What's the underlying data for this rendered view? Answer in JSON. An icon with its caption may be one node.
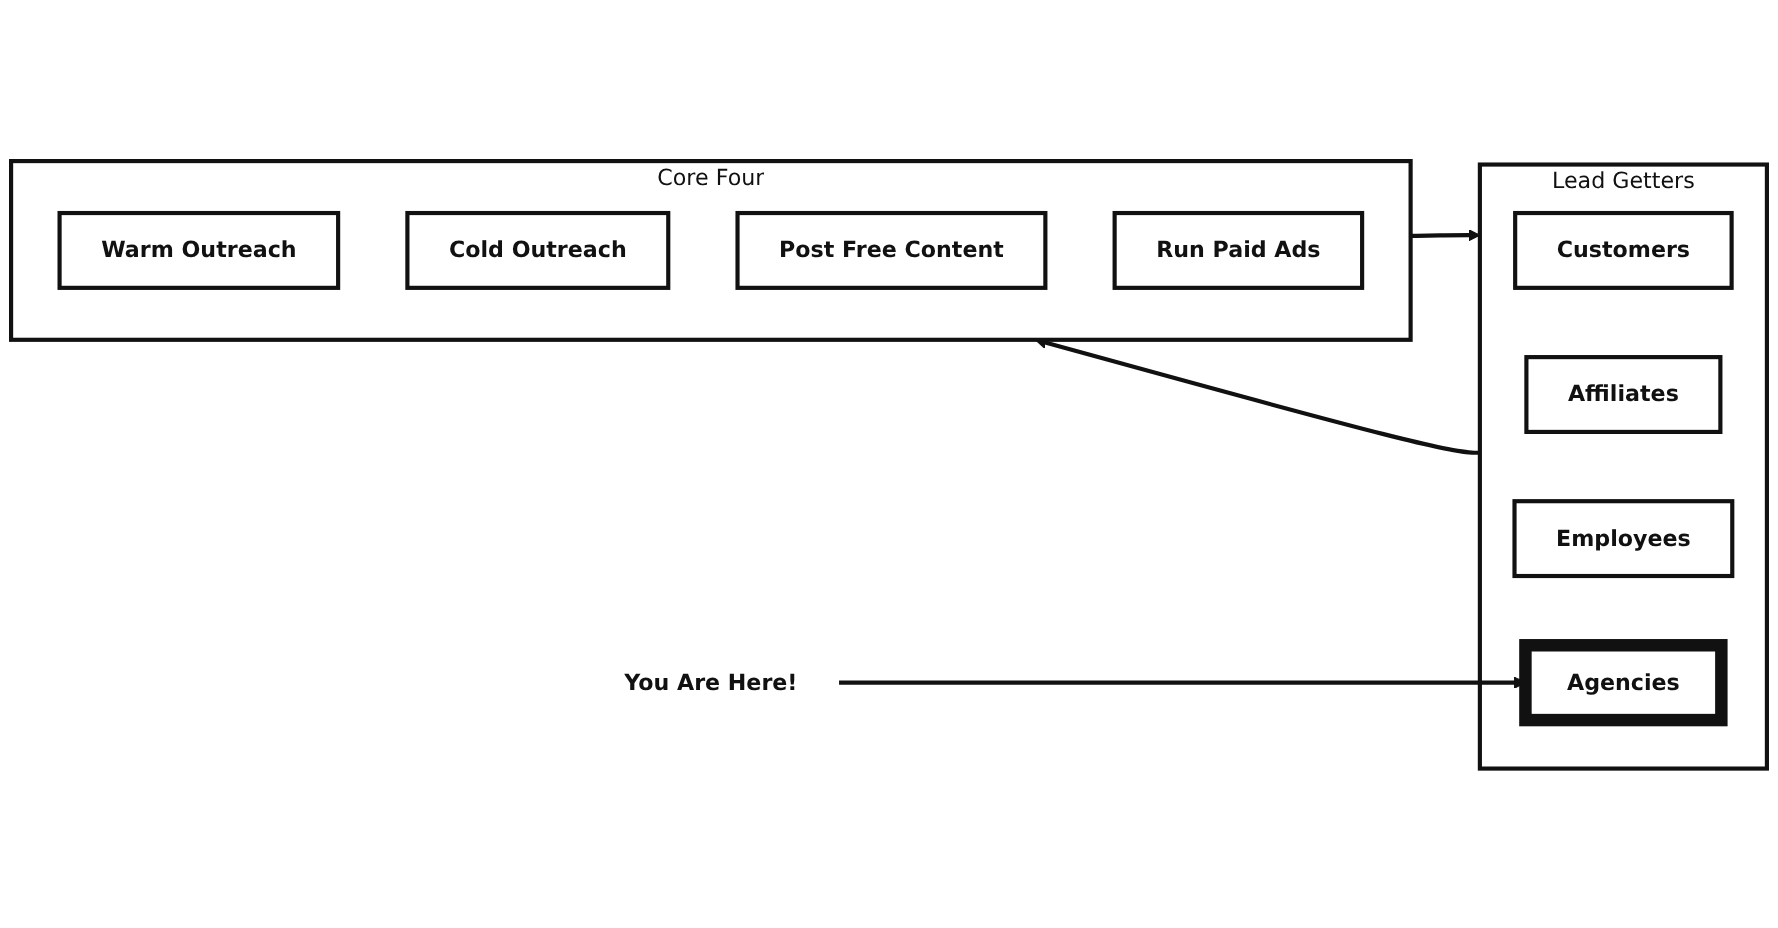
{
  "diagram": {
    "nodes": [
      {
        "text": [
          "Core Four"
        ]
      },
      {
        "text": [
          "Warm Outreach"
        ],
        "in": 0
      },
      {
        "text": [
          "Cold Outreach"
        ],
        "in": 0
      },
      {
        "text": [
          "Post Free Content"
        ],
        "in": 0
      },
      {
        "text": [
          "Run Paid Ads"
        ],
        "in": 0
      },
      {
        "text": [
          "Lead Getters"
        ]
      },
      {
        "text": [
          "Customers"
        ],
        "in": 5
      },
      {
        "text": [
          "Affiliates"
        ],
        "in": 5
      },
      {
        "text": [
          "Employees"
        ],
        "in": 5
      },
      {
        "text": [
          "Agencies"
        ],
        "in": 5
      },
      {
        "text": [
          "You Are Here!"
        ]
      }
    ],
    "edges": [
      {
        "from": 0,
        "to": 5,
        "arrow": "to"
      },
      {
        "from": 5,
        "to": 0,
        "arrow": "to"
      },
      {
        "from": 10,
        "to": 9,
        "arrow": "to"
      }
    ]
  }
}
